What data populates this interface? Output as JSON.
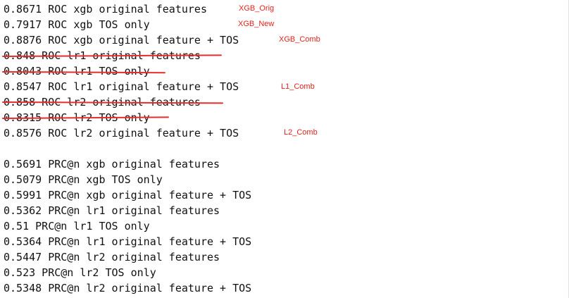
{
  "colors": {
    "background": "#ffffff",
    "text": "#111111",
    "annotation": "#e8201c"
  },
  "roc_lines": [
    {
      "text": "0.8671 ROC xgb original features",
      "struck": false
    },
    {
      "text": "0.7917 ROC xgb TOS only",
      "struck": false
    },
    {
      "text": "0.8876 ROC xgb original feature + TOS",
      "struck": false
    },
    {
      "text": "0.848 ROC lr1 original features",
      "struck": true
    },
    {
      "text": "0.8043 ROC lr1 TOS only",
      "struck": true
    },
    {
      "text": "0.8547 ROC lr1 original feature + TOS",
      "struck": false
    },
    {
      "text": "0.858 ROC lr2 original features",
      "struck": true
    },
    {
      "text": "0.8315 ROC lr2 TOS only",
      "struck": true
    },
    {
      "text": "0.8576 ROC lr2 original feature + TOS",
      "struck": false
    }
  ],
  "prc_lines": [
    "0.5691 PRC@n xgb original features",
    "0.5079 PRC@n xgb TOS only",
    "0.5991 PRC@n xgb original feature + TOS",
    "0.5362 PRC@n lr1 original features",
    "0.51 PRC@n lr1 TOS only",
    "0.5364 PRC@n lr1 original feature + TOS",
    "0.5447 PRC@n lr2 original features",
    "0.523 PRC@n lr2 TOS only",
    "0.5348 PRC@n lr2 original feature + TOS"
  ],
  "annotations": {
    "xgb_orig": "XGB_Orig",
    "xgb_new": "XGB_New",
    "xgb_comb": "XGB_Comb",
    "l1_comb": "L1_Comb",
    "l2_comb": "L2_Comb"
  }
}
